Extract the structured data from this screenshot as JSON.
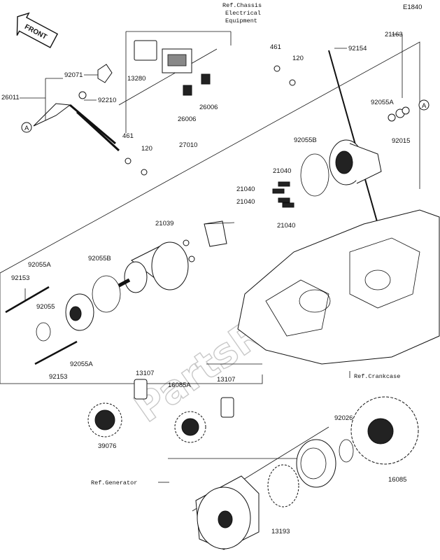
{
  "code": "E1840",
  "front_label": "FRONT",
  "watermark": "PartsRepublik",
  "refs": {
    "chassis_line1": "Ref.Chassis",
    "chassis_line2": "Electrical",
    "chassis_line3": "Equipment",
    "crankcase": "Ref.Crankcase",
    "generator": "Ref.Generator"
  },
  "callout_a": "A",
  "parts": {
    "p92071": "92071",
    "p26011": "26011",
    "p92210": "92210",
    "p13280": "13280",
    "p26006a": "26006",
    "p26006b": "26006",
    "p27010": "27010",
    "p461a": "461",
    "p120a": "120",
    "p461b": "461",
    "p120b": "120",
    "p92154": "92154",
    "p21163": "21163",
    "p92055A_r": "92055A",
    "p92015": "92015",
    "p92055B_top": "92055B",
    "p21040a": "21040",
    "p21040b": "21040",
    "p21040c": "21040",
    "p21040d": "21040",
    "p21039": "21039",
    "p92055B_mid": "92055B",
    "p92055A_l": "92055A",
    "p92153a": "92153",
    "p92055": "92055",
    "p92055A_b": "92055A",
    "p92153b": "92153",
    "p13107a": "13107",
    "p13107b": "13107",
    "p16085A": "16085A",
    "p39076": "39076",
    "p92026": "92026",
    "p16085": "16085",
    "p13193": "13193"
  }
}
